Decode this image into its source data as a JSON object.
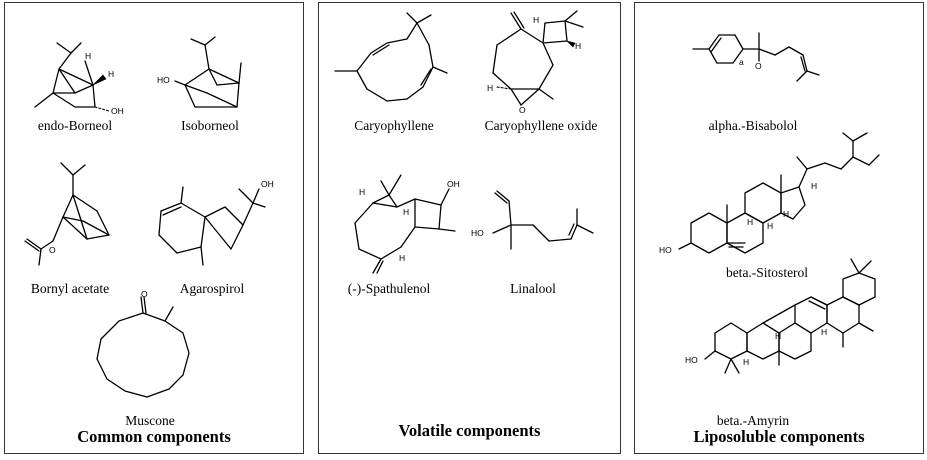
{
  "panels": [
    {
      "title": "Common components",
      "compounds": [
        "endo-Borneol",
        "Isoborneol",
        "Bornyl acetate",
        "Agarospirol",
        "Muscone"
      ]
    },
    {
      "title": "Volatile components",
      "compounds": [
        "Caryophyllene",
        "Caryophyllene oxide",
        "(-)-Spathulenol",
        "Linalool"
      ]
    },
    {
      "title": "Liposoluble components",
      "compounds": [
        "alpha.-Bisabolol",
        "beta.-Sitosterol",
        "beta.-Amyrin"
      ]
    }
  ],
  "atom_labels": {
    "oh": "OH",
    "ho": "HO",
    "h": "H",
    "o": "O",
    "a": "a"
  }
}
